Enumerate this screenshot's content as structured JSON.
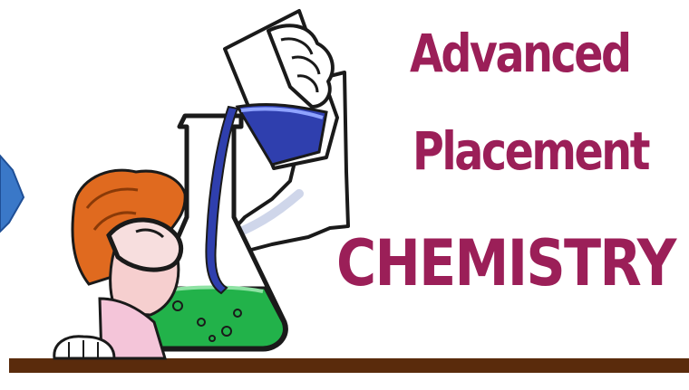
{
  "title": {
    "line1": "Advanced",
    "line2": "Placement",
    "line3": "CHEMISTRY"
  },
  "colors": {
    "title": "#9b1f58",
    "liquid_blue": "#2f3fae",
    "liquid_green": "#22b24a",
    "arrow": "#3a78c8",
    "hair": "#e06a1f",
    "table": "#5a2b0c"
  },
  "icons": {
    "arrow": "chevron-right-arrow",
    "beaker": "pouring-beaker",
    "flask": "erlenmeyer-flask",
    "hand": "gloved-hand",
    "student": "student-with-goggles"
  }
}
